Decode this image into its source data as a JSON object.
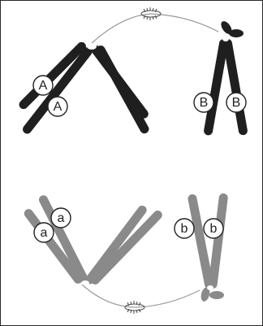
{
  "figure": {
    "upper_group": {
      "left_chromosome_labels": [
        "A",
        "A"
      ],
      "right_chromosome_labels": [
        "B",
        "B"
      ],
      "colors": {
        "chromosome": "#1f1f1f"
      }
    },
    "lower_group": {
      "left_chromosome_labels": [
        "a",
        "a"
      ],
      "right_chromosome_labels": [
        "b",
        "b"
      ],
      "colors": {
        "chromosome": "#8a8a8a"
      }
    },
    "colors": {
      "spindle": "#9a9a9a",
      "background": "#ffffff",
      "border": "#2a2a2a"
    },
    "icons": [
      "centriole-top-icon",
      "centriole-bottom-icon"
    ]
  }
}
